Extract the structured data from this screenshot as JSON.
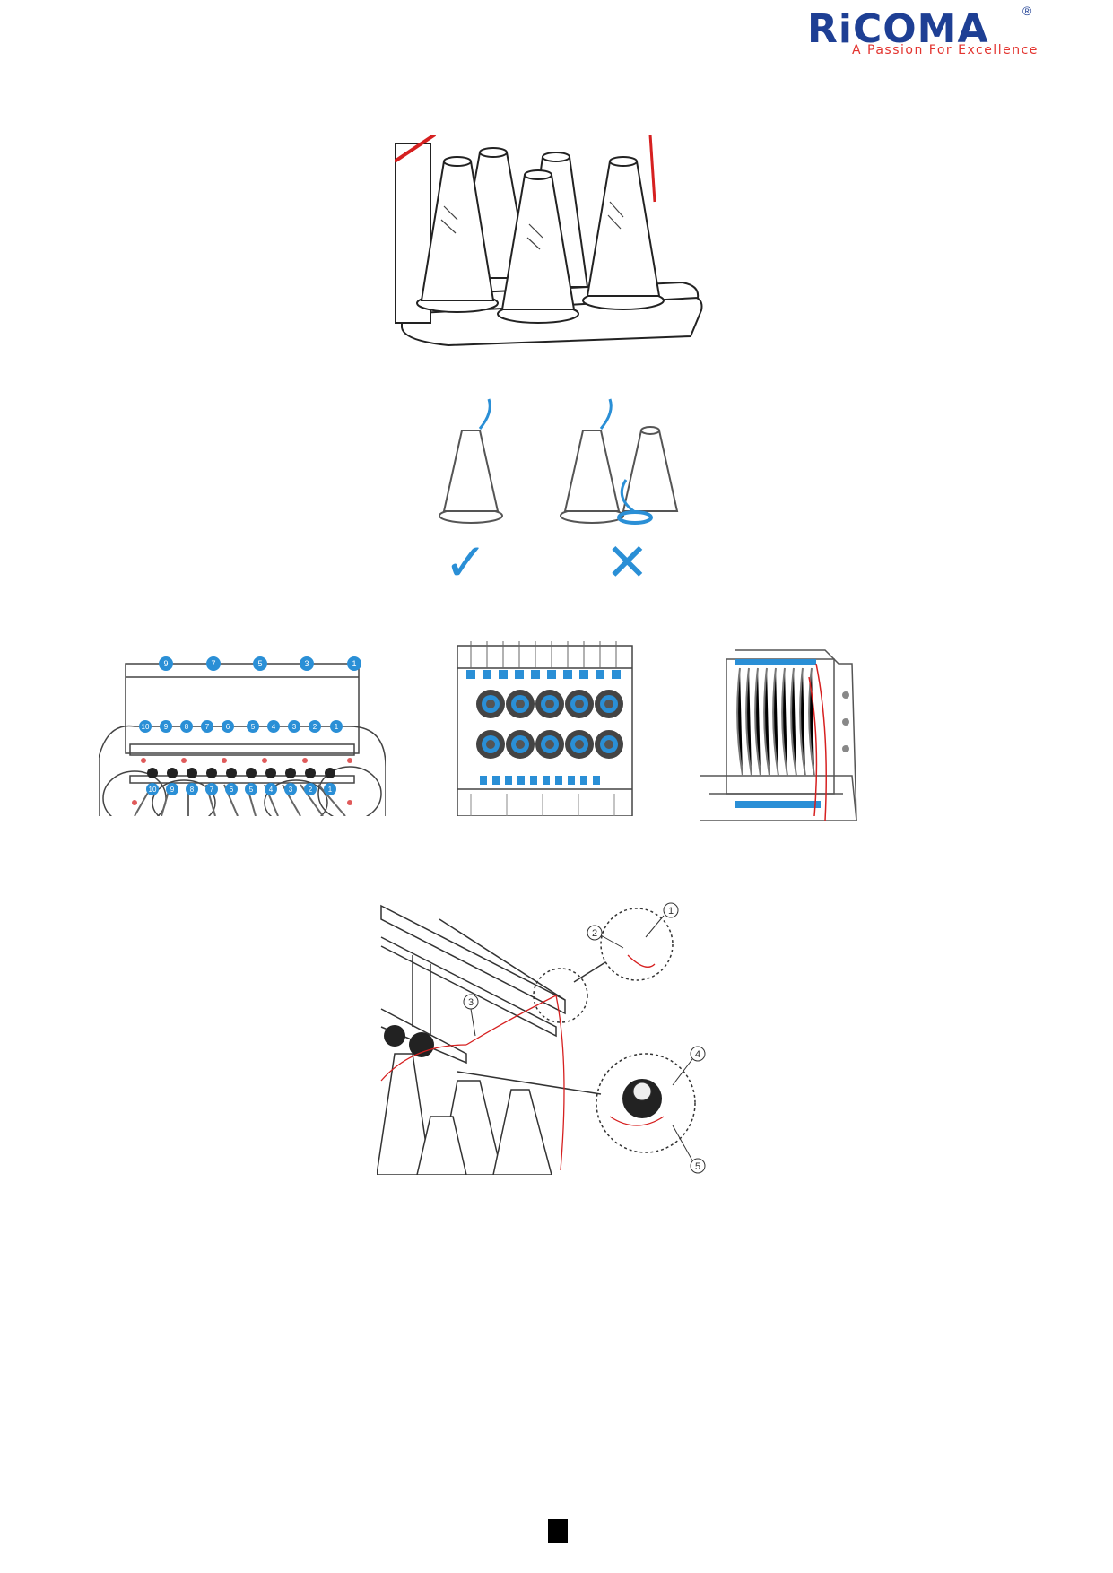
{
  "header": {
    "brand": "RiCOMA",
    "registered_mark": "®",
    "tagline": "A Passion For Excellence",
    "colors": {
      "brand_blue": "#1e3f94",
      "tagline_red": "#e3342f"
    }
  },
  "figures": {
    "thread_cones": {
      "icon": "thread-cone-stand-illustration"
    },
    "correct_placement": {
      "check_mark": "✓",
      "cross_mark": "✕",
      "accent": "#2a8fd6"
    },
    "tension_views": {
      "top_labels": [
        "9",
        "7",
        "5",
        "3",
        "1"
      ],
      "upper_labels": [
        "10",
        "9",
        "8",
        "7",
        "6",
        "5",
        "4",
        "3",
        "2",
        "1"
      ],
      "lower_labels": [
        "10",
        "9",
        "8",
        "7",
        "6",
        "5",
        "4",
        "3",
        "2",
        "1"
      ]
    },
    "threading_path": {
      "callouts": [
        "1",
        "2",
        "3",
        "4",
        "5"
      ]
    }
  },
  "footer": {
    "page_number": ""
  }
}
